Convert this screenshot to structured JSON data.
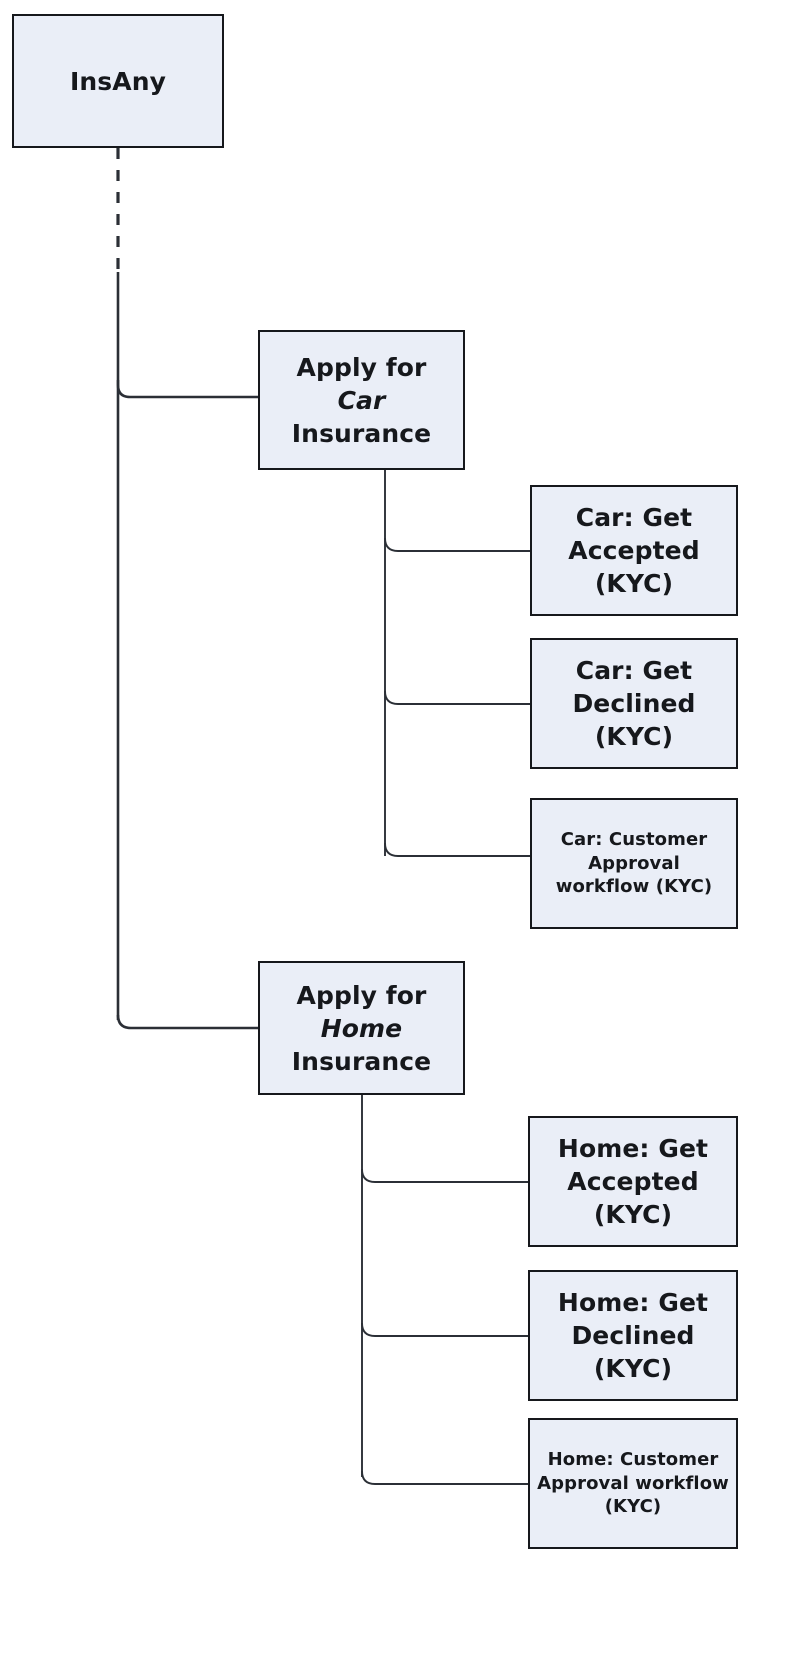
{
  "diagram": {
    "type": "tree",
    "title": "InsAny",
    "background_color": "#ffffff",
    "node_fill_color": "#eaeef7",
    "node_border_color": "#16181c",
    "connector_color": "#2b2f36",
    "root": {
      "id": "insany",
      "label": "InsAny"
    },
    "branches": [
      {
        "id": "apply-car",
        "label_parts": [
          "Apply for",
          "Car",
          "Insurance"
        ],
        "emphasis": "Car",
        "children": [
          {
            "id": "car-accepted",
            "label": "Car: Get Accepted (KYC)",
            "lines": [
              "Car: Get",
              "Accepted",
              "(KYC)"
            ]
          },
          {
            "id": "car-declined",
            "label": "Car: Get Declined (KYC)",
            "lines": [
              "Car: Get",
              "Declined",
              "(KYC)"
            ]
          },
          {
            "id": "car-approval",
            "label": "Car: Customer Approval workflow (KYC)",
            "lines": [
              "Car: Customer",
              "Approval",
              "workflow (KYC)"
            ]
          }
        ]
      },
      {
        "id": "apply-home",
        "label_parts": [
          "Apply for",
          "Home",
          "Insurance"
        ],
        "emphasis": "Home",
        "children": [
          {
            "id": "home-accepted",
            "label": "Home: Get Accepted (KYC)",
            "lines": [
              "Home: Get",
              "Accepted",
              "(KYC)"
            ]
          },
          {
            "id": "home-declined",
            "label": "Home: Get Declined (KYC)",
            "lines": [
              "Home: Get",
              "Declined",
              "(KYC)"
            ]
          },
          {
            "id": "home-approval",
            "label": "Home: Customer Approval workflow (KYC)",
            "lines": [
              "Home: Customer",
              "Approval workflow",
              "(KYC)"
            ]
          }
        ]
      }
    ],
    "edges": [
      {
        "from": "insany",
        "to": "trunk",
        "style": "dashed"
      },
      {
        "from": "trunk",
        "to": "apply-car",
        "style": "solid"
      },
      {
        "from": "trunk",
        "to": "apply-home",
        "style": "solid"
      },
      {
        "from": "apply-car",
        "to": "car-accepted",
        "style": "solid"
      },
      {
        "from": "apply-car",
        "to": "car-declined",
        "style": "solid"
      },
      {
        "from": "apply-car",
        "to": "car-approval",
        "style": "solid"
      },
      {
        "from": "apply-home",
        "to": "home-accepted",
        "style": "solid"
      },
      {
        "from": "apply-home",
        "to": "home-declined",
        "style": "solid"
      },
      {
        "from": "apply-home",
        "to": "home-approval",
        "style": "solid"
      }
    ]
  }
}
